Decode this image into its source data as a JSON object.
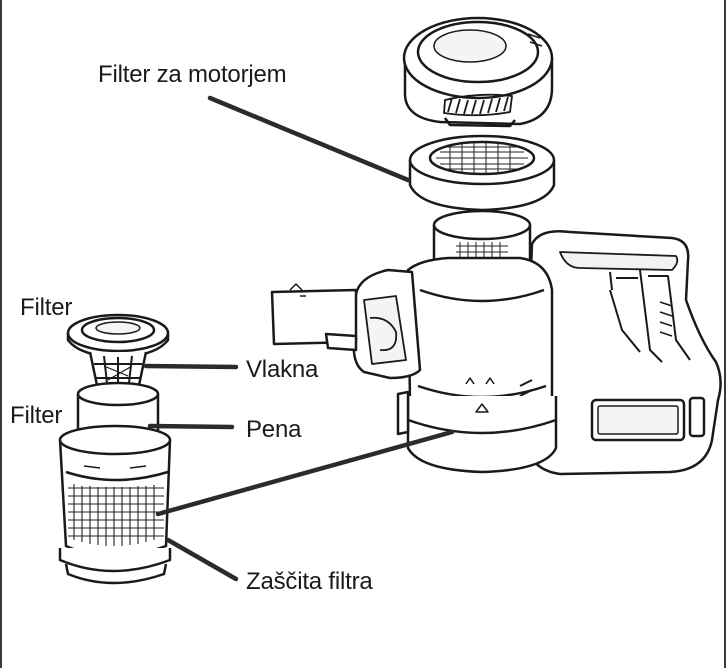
{
  "labels": {
    "motor_filter": "Filter za motorjem",
    "filter_top": "Filter",
    "fibers": "Vlakna",
    "filter_mid": "Filter",
    "foam": "Pena",
    "filter_guard": "Zaščita filtra"
  },
  "colors": {
    "stroke": "#1a1a1a",
    "leader": "#2b2b2b",
    "fill": "#ffffff",
    "mesh": "#222222"
  }
}
